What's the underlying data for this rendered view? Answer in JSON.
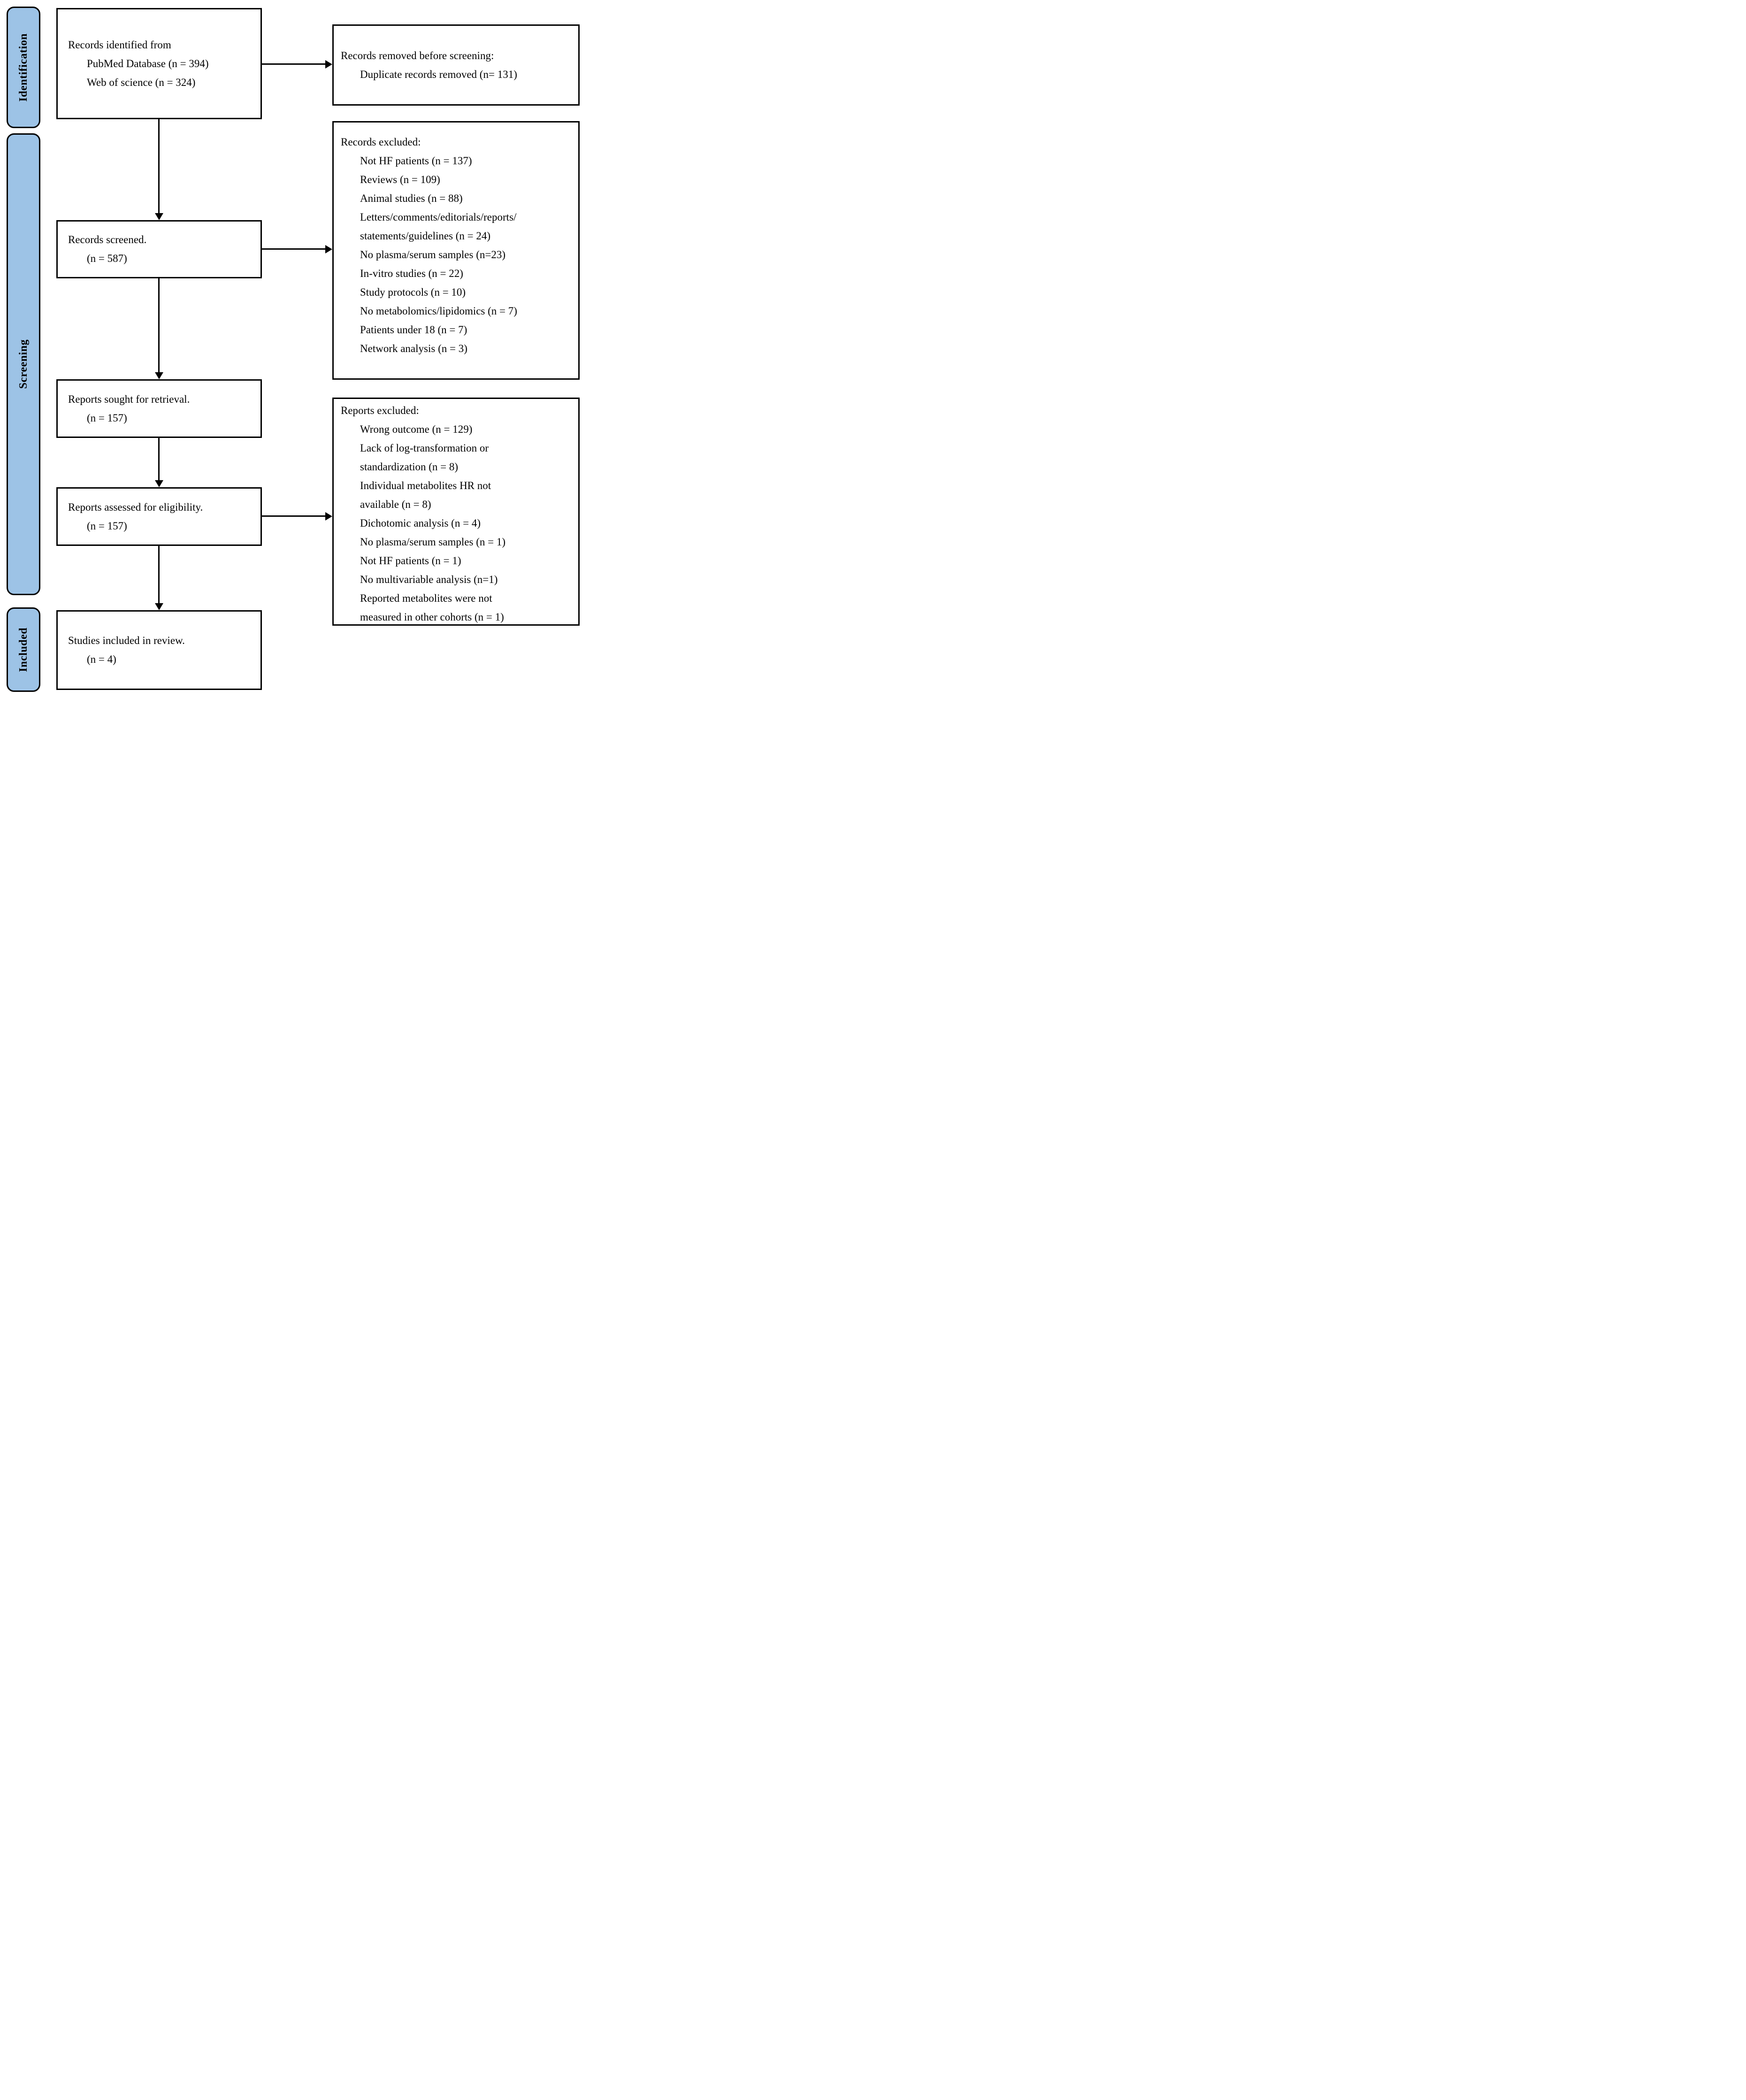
{
  "sidebar": {
    "stages": [
      "Identification",
      "Screening",
      "Included"
    ]
  },
  "flow": {
    "identified": {
      "lines": [
        "Records identified from",
        "PubMed Database (n = 394)",
        "Web of science (n = 324)"
      ]
    },
    "removed_before_screening": {
      "lines": [
        "Records removed before screening:",
        "Duplicate records removed (n= 131)"
      ]
    },
    "screened": {
      "lines": [
        "Records screened.",
        "(n = 587)"
      ]
    },
    "records_excluded": {
      "lines": [
        "Records excluded:",
        "Not HF patients (n = 137)",
        "Reviews (n = 109)",
        "Animal studies (n = 88)",
        "Letters/comments/editorials/reports/",
        "statements/guidelines (n = 24)",
        "No plasma/serum samples (n=23)",
        "In-vitro studies (n = 22)",
        "Study protocols (n = 10)",
        "No metabolomics/lipidomics (n = 7)",
        "Patients under 18 (n = 7)",
        "Network analysis (n = 3)"
      ]
    },
    "sought": {
      "lines": [
        "Reports sought for retrieval.",
        "(n = 157)"
      ]
    },
    "reports_excluded": {
      "lines": [
        "Reports excluded:",
        "Wrong outcome (n = 129)",
        "Lack of log-transformation or",
        "standardization (n = 8)",
        "Individual metabolites HR not",
        "available (n = 8)",
        "Dichotomic analysis (n = 4)",
        "No plasma/serum samples (n = 1)",
        "Not HF patients (n = 1)",
        "No multivariable analysis (n=1)",
        "Reported metabolites were not",
        "measured in other cohorts (n = 1)"
      ]
    },
    "assessed": {
      "lines": [
        "Reports assessed for eligibility.",
        "(n = 157)"
      ]
    },
    "included_studies": {
      "lines": [
        "Studies included in review.",
        "(n = 4)"
      ]
    }
  },
  "colors": {
    "stage_fill": "#9DC3E6",
    "ink": "#000000",
    "background": "#FFFFFF"
  }
}
